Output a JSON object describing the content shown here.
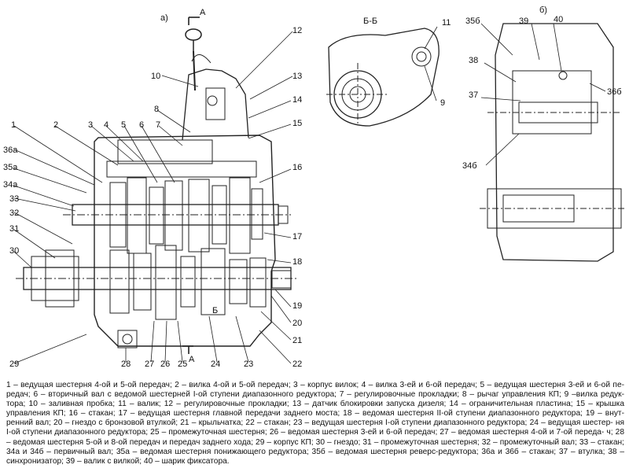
{
  "figure": {
    "view_labels": {
      "a": "а)",
      "b": "б)",
      "section_bb": "Б-Б",
      "section_a_top": "А",
      "section_a_bottom": "А",
      "section_b": "Б"
    },
    "callouts_main": [
      "1",
      "2",
      "3",
      "4",
      "5",
      "6",
      "7",
      "8",
      "10",
      "12",
      "13",
      "14",
      "15",
      "16",
      "17",
      "18",
      "19",
      "20",
      "21",
      "22",
      "23",
      "24",
      "25",
      "26",
      "27",
      "28",
      "29",
      "30",
      "31",
      "32",
      "33",
      "34а",
      "35а",
      "36а"
    ],
    "callouts_section": [
      "11",
      "9"
    ],
    "callouts_view_b": [
      "35б",
      "39",
      "40",
      "38",
      "37",
      "36б",
      "34б"
    ]
  },
  "caption": {
    "lines": [
      "1 – ведущая шестерня 4-ой и 5-ой передач; 2 – вилка 4-ой и 5-ой передач; 3 – корпус вилок; 4 – вилка 3-ей и 6-ой передач; 5 – ведущая шестерня 3-ей и 6-ой пе-",
      "редач; 6 – вторичный вал с ведомой шестерней I-ой ступени диапазонного редуктора; 7 – регулировочные прокладки; 8 – рычаг управления КП; 9 –вилка редук-",
      "тора; 10 – заливная пробка; 11 – валик; 12 – регулировочные прокладки; 13 – датчик блокировки запуска дизеля; 14 – ограничительная пластина; 15 – крышка",
      "управления КП; 16 – стакан; 17 – ведущая шестерня главной передачи заднего моста; 18 – ведомая шестерня II-ой ступени диапазонного редуктора; 19 – внут-",
      "ренний вал; 20 – гнездо с бронзовой втулкой; 21 – крыльчатка; 22 – стакан; 23 – ведущая шестерня I-ой ступени диапазонного редуктора; 24 – ведущая шестер-",
      "ня I-ой ступени диапазонного редуктора; 25 – промежуточная шестерня; 26 – ведомая шестерня 3-ей и 6-ой передач; 27 – ведомая шестерня 4-ой и 7-ой переда-",
      "ч; 28 – ведомая шестерня 5-ой и 8-ой передач и передач заднего хода; 29 – корпус КП; 30 – гнездо; 31 – промежуточная шестерня; 32 – промежуточный вал;",
      "33 – стакан; 34а и 34б – первичный вал; 35а – ведомая шестерня понижающего редуктора; 35б – ведомая шестерня реверс-редуктора; 36а и 36б – стакан; 37 –",
      "втулка; 38 – синхронизатор; 39 – валик с вилкой; 40 – шарик фиксатора."
    ]
  }
}
